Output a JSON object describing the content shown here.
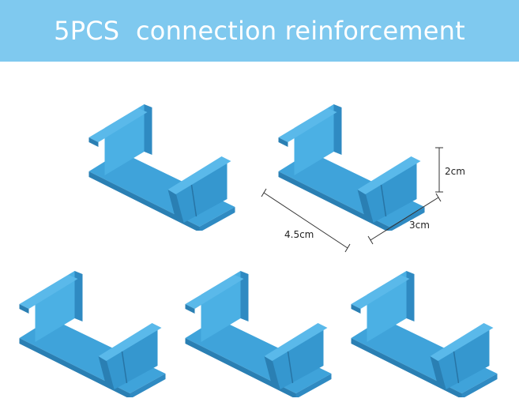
{
  "banner": {
    "title": "5PCS  connection reinforcement",
    "background_color": "#7fc9ef",
    "text_color": "#ffffff"
  },
  "product": {
    "color": "#3a9fd6",
    "count": 5
  },
  "dimensions": {
    "length": "4.5cm",
    "width": "3cm",
    "height": "2cm"
  }
}
